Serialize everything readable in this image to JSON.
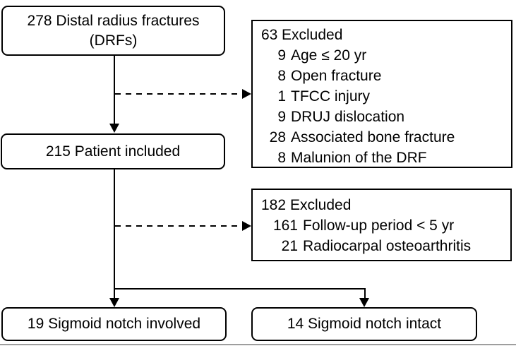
{
  "diagram": {
    "type": "patient-flow-chart",
    "colors": {
      "border": "#000000",
      "text": "#000000",
      "background": "#ffffff",
      "bottom_rule": "#9e9e9e"
    },
    "boxes": {
      "drf": {
        "line1": "278 Distal radius fractures",
        "line2": "(DRFs)"
      },
      "excluded1": {
        "main": {
          "num": "63",
          "label": "Excluded"
        },
        "items": [
          {
            "num": "9",
            "label": "Age ≤ 20 yr"
          },
          {
            "num": "8",
            "label": "Open fracture"
          },
          {
            "num": "1",
            "label": "TFCC injury"
          },
          {
            "num": "9",
            "label": "DRUJ dislocation"
          },
          {
            "num": "28",
            "label": "Associated bone fracture"
          },
          {
            "num": "8",
            "label": "Malunion of the DRF"
          }
        ]
      },
      "included": {
        "label": "215 Patient included"
      },
      "excluded2": {
        "main": {
          "num": "182",
          "label": "Excluded"
        },
        "items": [
          {
            "num": "161",
            "label": "Follow-up period < 5 yr"
          },
          {
            "num": "21",
            "label": "Radiocarpal osteoarthritis"
          }
        ]
      },
      "involved": {
        "label": "19 Sigmoid notch involved"
      },
      "intact": {
        "label": "14 Sigmoid notch intact"
      }
    }
  }
}
